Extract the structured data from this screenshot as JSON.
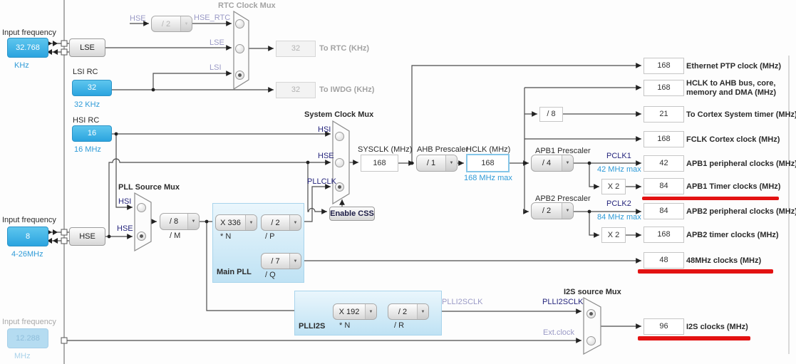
{
  "inputs": {
    "lse_osc": {
      "label": "Input frequency",
      "value": "32.768",
      "unit": "KHz"
    },
    "lsi_rc": {
      "label": "LSI RC",
      "value": "32",
      "unit": "32 KHz"
    },
    "hsi_rc": {
      "label": "HSI RC",
      "value": "16",
      "unit": "16 MHz"
    },
    "hse_osc": {
      "label": "Input frequency",
      "value": "8",
      "unit": "4-26MHz"
    },
    "i2s_ckin": {
      "label": "Input frequency",
      "value": "12.288",
      "unit": "MHz"
    }
  },
  "osc_blocks": {
    "lse": "LSE",
    "hse": "HSE"
  },
  "rtc": {
    "title": "RTC Clock Mux",
    "hse_label": "HSE",
    "divider": "/ 2",
    "hse_rtc_label": "HSE_RTC",
    "lse_label": "LSE",
    "lsi_label": "LSI",
    "rtc_value": "32",
    "rtc_label": "To RTC (KHz)",
    "iwdg_value": "32",
    "iwdg_label": "To IWDG (KHz)"
  },
  "sysmux": {
    "title": "System Clock Mux",
    "hsi_label": "HSI",
    "hse_label": "HSE",
    "pllclk_label": "PLLCLK",
    "css_button": "Enable CSS"
  },
  "sysclk": {
    "label": "SYSCLK (MHz)",
    "value": "168"
  },
  "ahb": {
    "label": "AHB Prescaler",
    "value": "/ 1"
  },
  "hclk": {
    "label": "HCLK (MHz)",
    "value": "168",
    "max": "168 MHz max"
  },
  "cortex_divider": "/ 8",
  "pllmux": {
    "title": "PLL Source Mux",
    "hsi_label": "HSI",
    "hse_label": "HSE",
    "m_value": "/ 8",
    "m_label": "/ M"
  },
  "mainpll": {
    "title": "Main PLL",
    "n_value": "X 336",
    "n_label": "* N",
    "p_value": "/ 2",
    "p_label": "/ P",
    "q_value": "/ 7",
    "q_label": "/ Q"
  },
  "plli2s": {
    "title": "PLLI2S",
    "n_value": "X 192",
    "n_label": "* N",
    "r_value": "/ 2",
    "r_label": "/ R",
    "clk_label": "PLLI2SCLK"
  },
  "i2smux": {
    "title": "I2S source Mux",
    "pll_input_label": "PLLI2SCLK",
    "ext_input_label": "Ext.clock"
  },
  "apb1": {
    "label": "APB1 Prescaler",
    "value": "/ 4",
    "pclk_label": "PCLK1",
    "max": "42 MHz max",
    "x2": "X 2"
  },
  "apb2": {
    "label": "APB2 Prescaler",
    "value": "/ 2",
    "pclk_label": "PCLK2",
    "max": "84 MHz max",
    "x2": "X 2"
  },
  "outputs": [
    {
      "value": "168",
      "label": "Ethernet PTP clock (MHz)"
    },
    {
      "value": "168",
      "label": "HCLK to AHB bus, core, memory and DMA (MHz)"
    },
    {
      "value": "21",
      "label": "To Cortex System timer (MHz)"
    },
    {
      "value": "168",
      "label": "FCLK Cortex clock (MHz)"
    },
    {
      "value": "42",
      "label": "APB1 peripheral clocks (MHz)"
    },
    {
      "value": "84",
      "label": "APB1 Timer clocks (MHz)"
    },
    {
      "value": "84",
      "label": "APB2 peripheral clocks (MHz)"
    },
    {
      "value": "168",
      "label": "APB2 timer clocks (MHz)"
    },
    {
      "value": "48",
      "label": "48MHz clocks (MHz)"
    },
    {
      "value": "96",
      "label": "I2S clocks (MHz)"
    }
  ],
  "colors": {
    "input_blue": "#35aee3",
    "max_blue": "#2f9bd8",
    "link_navy": "#26267d",
    "faded_link": "#9a9ac6",
    "highlight_border": "#85c6e8",
    "underline_red": "#e31212"
  }
}
